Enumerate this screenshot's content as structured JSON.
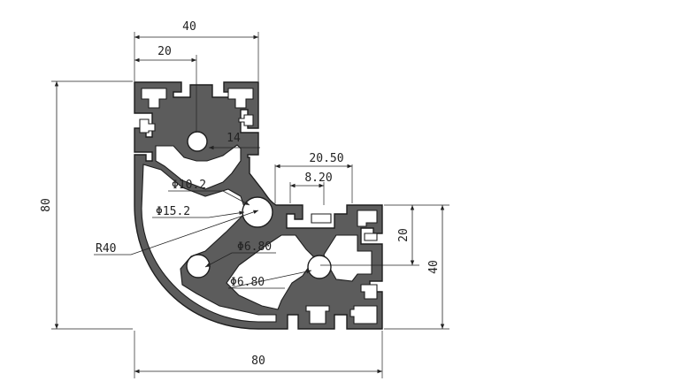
{
  "drawing": {
    "dimensions": {
      "top_width": "40",
      "top_half": "20",
      "left_height": "80",
      "bottom_width": "80",
      "right_height": "40",
      "right_half": "20",
      "upper_slot": "14",
      "slot_outer": "20.50",
      "slot_inner": "8.20"
    },
    "callouts": {
      "bore_small": "Φ10.2",
      "bore_large": "Φ15.2",
      "radius": "R40",
      "hole_left": "Φ6.80",
      "hole_right": "Φ6.80"
    }
  }
}
